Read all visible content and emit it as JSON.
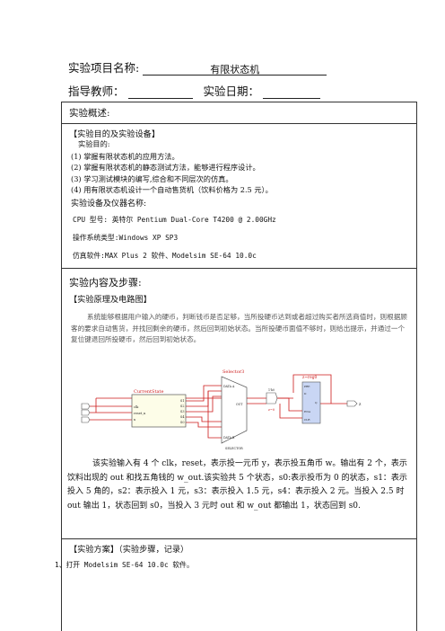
{
  "header": {
    "project_label": "实验项目名称:",
    "project_value": "有限状态机",
    "teacher_label": "指导教师：",
    "date_label": "实验日期："
  },
  "overview": {
    "heading": "实验概述:",
    "section1_title": "【实验目的及实验设备】",
    "purpose_label": "实验目的:",
    "items": [
      "(1)  掌握有限状态机的应用方法。",
      "(2)  掌握有限状态机的静态测试方法，能够进行程序设计。",
      "(3)  学习测试模块的编写,综合和不同层次的仿真。",
      "(4)  用有限状态机设计一个自动售货机（饮料价格为 2.5 元）。"
    ],
    "equipment_label": "实验设备及仪器名称:",
    "cpu": "CPU 型号: 英特尔 Pentium Dual-Core T4200 @ 2.00GHz",
    "os": "操作系统类型:Windows XP SP3",
    "sim": "仿真软件:MAX  Plus 2 软件、Modelsim SE-64 10.0c"
  },
  "content": {
    "heading": "实验内容及步骤:",
    "principle_title": "【实验原理及电路图】",
    "para1": "系统能够根据用户输入的硬币，判断钱币是否足够，当所投硬币达到或者超过购买者所选商值时，则根据顾客的要求自动售货，并找回剩余的硬币，然后回到初始状态。当所投硬币面值不够时，则给出提示，并通过一个复位键退回所投硬币，然后回到初始状态。",
    "para2": "该实验输入有 4 个 clk，reset，表示投一元币 y，表示投五角币 w。输出有 2 个，表示饮料出现的 out 和找五角钱的 w_out.该实验共 5 个状态，s0:表示投币为 0 的状态，s1：表示投入 5 角的，s2：表示投入 1 元，s3：表示投入 1.5 元，s4：表示投入 2 元。当投入 2.5 时 out 输出 1，状态回到 s0，当投入 3 元时 out 和 w_out 都输出 1，状态回到 s0.",
    "plan_title": "【实验方案】（实验步骤，记录）",
    "step1": "1、打开 Modelsim SE-64 10.0c 软件。"
  },
  "diagram": {
    "selector_label": "Selector3",
    "current_state_label": "CurrentState",
    "reg_label": "z~reg0",
    "out_label": "OUT",
    "data_a_label": "DATA A",
    "data_b_label": "DATA B",
    "selector_bottom": "SELECTOR",
    "eq_label": "1'h0",
    "eq_bottom": "z~0",
    "z_out": "z",
    "inputs": [
      "clk",
      "reset_n",
      "x"
    ],
    "state_ports_left": [
      "clk",
      "reset_n",
      "x"
    ],
    "state_ports_right": [
      "S1",
      "S2",
      "S3",
      "S4",
      "S0"
    ],
    "reg_ports": [
      "PRE",
      "D",
      "Q",
      "ENA",
      "CLR"
    ],
    "colors": {
      "wire": "#cc1a1a",
      "block_fill": "#fdfde8",
      "reg_fill": "#c9d6f4",
      "box_stroke": "#555555"
    }
  }
}
